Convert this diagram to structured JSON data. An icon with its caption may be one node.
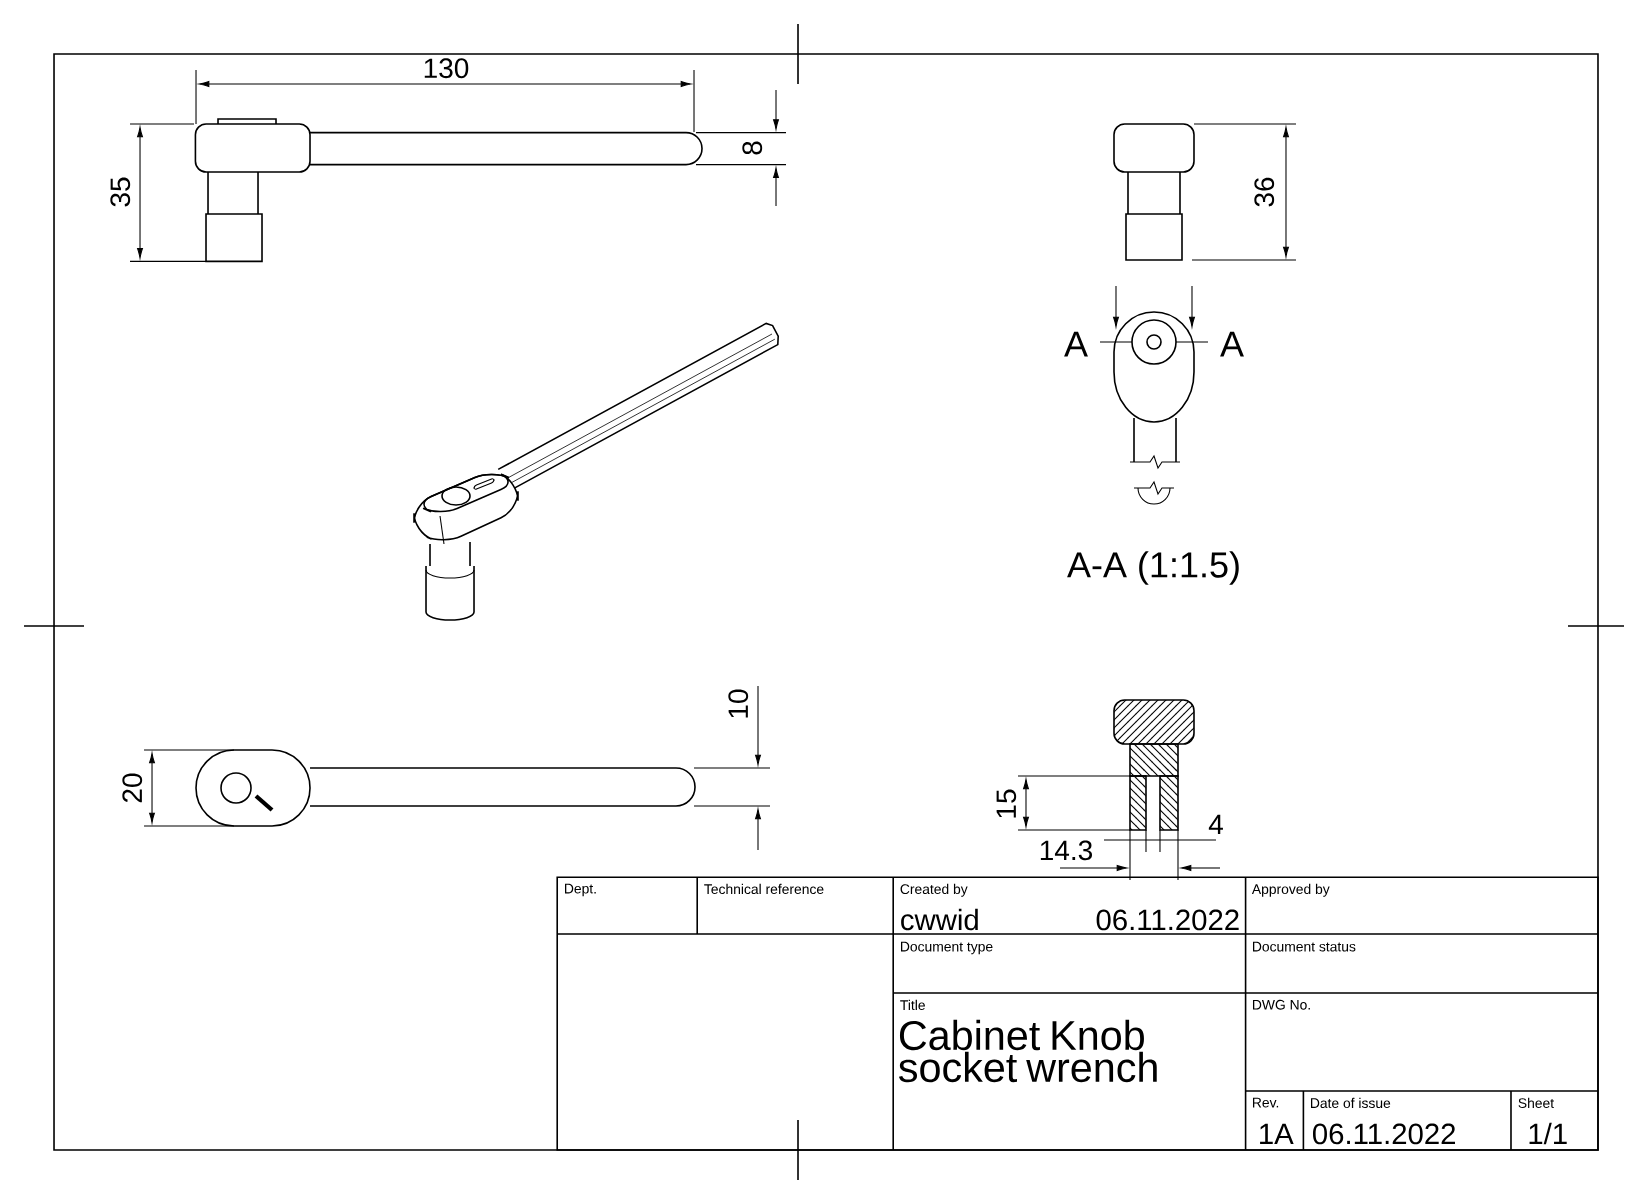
{
  "diagram": {
    "labels": [
      "130",
      "8",
      "35",
      "36",
      "A",
      "A",
      "A-A (1:1.5)",
      "10",
      "20",
      "15",
      "4",
      "14.3",
      "Dept.",
      "Technical reference",
      "Created by",
      "cwwid",
      "06.11.2022",
      "Approved by",
      "Document type",
      "Document status",
      "Title",
      "Cabinet Knob socket wrench",
      "DWG No.",
      "Rev.",
      "1A",
      "Date of issue",
      "06.11.2022",
      "Sheet",
      "1/1"
    ]
  }
}
